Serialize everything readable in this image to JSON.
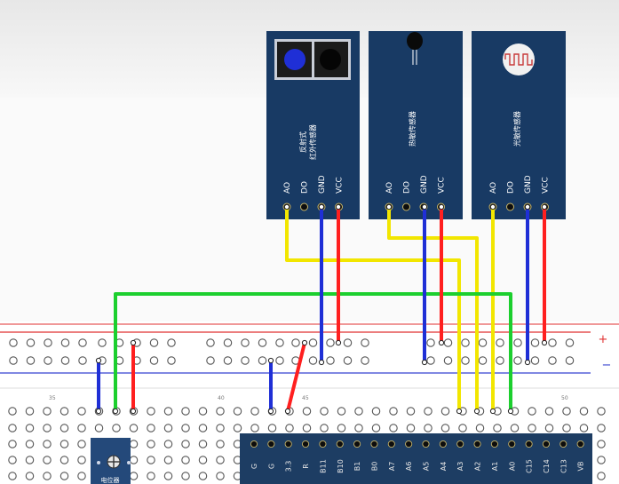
{
  "sensors": [
    {
      "id": "ir",
      "title": "反射式\n红外传感器",
      "icon": "ir-emitter-receiver-icon",
      "pins": [
        "AO",
        "DO",
        "GND",
        "VCC"
      ]
    },
    {
      "id": "thermal",
      "title": "热敏传感器",
      "icon": "thermistor-icon",
      "pins": [
        "AO",
        "DO",
        "GND",
        "VCC"
      ]
    },
    {
      "id": "light",
      "title": "光敏传感器",
      "icon": "photoresistor-icon",
      "pins": [
        "AO",
        "DO",
        "GND",
        "VCC"
      ]
    }
  ],
  "rail_markers": {
    "plus": "+",
    "minus": "−"
  },
  "column_numbers": [
    "35",
    "40",
    "45",
    "50"
  ],
  "potentiometer_label": "电位器",
  "mcu_pins": [
    "G",
    "G",
    "3.3",
    "R",
    "B11",
    "B10",
    "B1",
    "B0",
    "A7",
    "A6",
    "A5",
    "A4",
    "A3",
    "A2",
    "A1",
    "A0",
    "C15",
    "C14",
    "C13",
    "VB"
  ],
  "colors": {
    "wire_yellow": "#f2e600",
    "wire_blue": "#1f2fd6",
    "wire_red": "#ff1f1f",
    "wire_green": "#1ccf2e",
    "module_blue": "#183a64",
    "mcu_blue": "#1d3d63",
    "rail_red": "#e03030",
    "rail_blue": "#3540d0"
  }
}
